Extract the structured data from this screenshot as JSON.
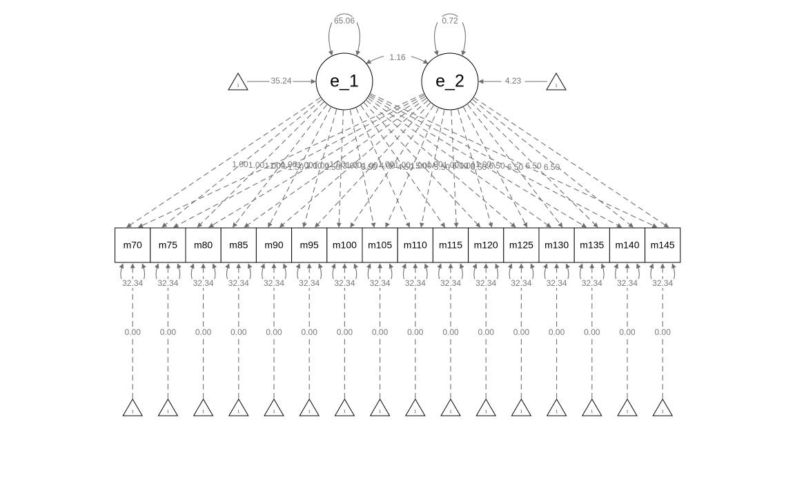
{
  "latents": [
    {
      "id": "e_1",
      "label": "e_1",
      "variance": "65.06",
      "intercept": "35.24"
    },
    {
      "id": "e_2",
      "label": "e_2",
      "variance": "0.72",
      "intercept": "4.23"
    }
  ],
  "covariance": "1.16",
  "constant_label": "1",
  "observed": [
    {
      "label": "m70",
      "residual": "32.34",
      "intercept": "0.00",
      "load_e1": "1.00",
      "load_e2": "1.00"
    },
    {
      "label": "m75",
      "residual": "32.34",
      "intercept": "0.00",
      "load_e1": "1.00",
      "load_e2": "1.50"
    },
    {
      "label": "m80",
      "residual": "32.34",
      "intercept": "0.00",
      "load_e1": "1.00",
      "load_e2": "2.00"
    },
    {
      "label": "m85",
      "residual": "32.34",
      "intercept": "0.00",
      "load_e1": "1.00",
      "load_e2": "2.50"
    },
    {
      "label": "m90",
      "residual": "32.34",
      "intercept": "0.00",
      "load_e1": "1.00",
      "load_e2": "3.00"
    },
    {
      "label": "m95",
      "residual": "32.34",
      "intercept": "0.00",
      "load_e1": "1.00",
      "load_e2": "3.50"
    },
    {
      "label": "m100",
      "residual": "32.34",
      "intercept": "0.00",
      "load_e1": "1.00",
      "load_e2": "4.00"
    },
    {
      "label": "m105",
      "residual": "32.34",
      "intercept": "0.00",
      "load_e1": "1.00",
      "load_e2": "4.50"
    },
    {
      "label": "m110",
      "residual": "32.34",
      "intercept": "0.00",
      "load_e1": "1.00",
      "load_e2": "5.00"
    },
    {
      "label": "m115",
      "residual": "32.34",
      "intercept": "0.00",
      "load_e1": "1.00",
      "load_e2": "5.50"
    },
    {
      "label": "m120",
      "residual": "32.34",
      "intercept": "0.00",
      "load_e1": "1.00",
      "load_e2": "6.00"
    },
    {
      "label": "m125",
      "residual": "32.34",
      "intercept": "0.00",
      "load_e1": "1.00",
      "load_e2": "6.50"
    },
    {
      "label": "m130",
      "residual": "32.34",
      "intercept": "0.00",
      "load_e1": "1.00",
      "load_e2": "6.50"
    },
    {
      "label": "m135",
      "residual": "32.34",
      "intercept": "0.00",
      "load_e1": "1.00",
      "load_e2": "6.50"
    },
    {
      "label": "m140",
      "residual": "32.34",
      "intercept": "0.00",
      "load_e1": "1.00",
      "load_e2": "6.50"
    },
    {
      "label": "m145",
      "residual": "32.34",
      "intercept": "0.00",
      "load_e1": "1.00",
      "load_e2": "6.50"
    }
  ],
  "colors": {
    "edge": "#6e6e6e",
    "label": "#777777",
    "node_stroke": "#000000",
    "background": "#ffffff"
  }
}
